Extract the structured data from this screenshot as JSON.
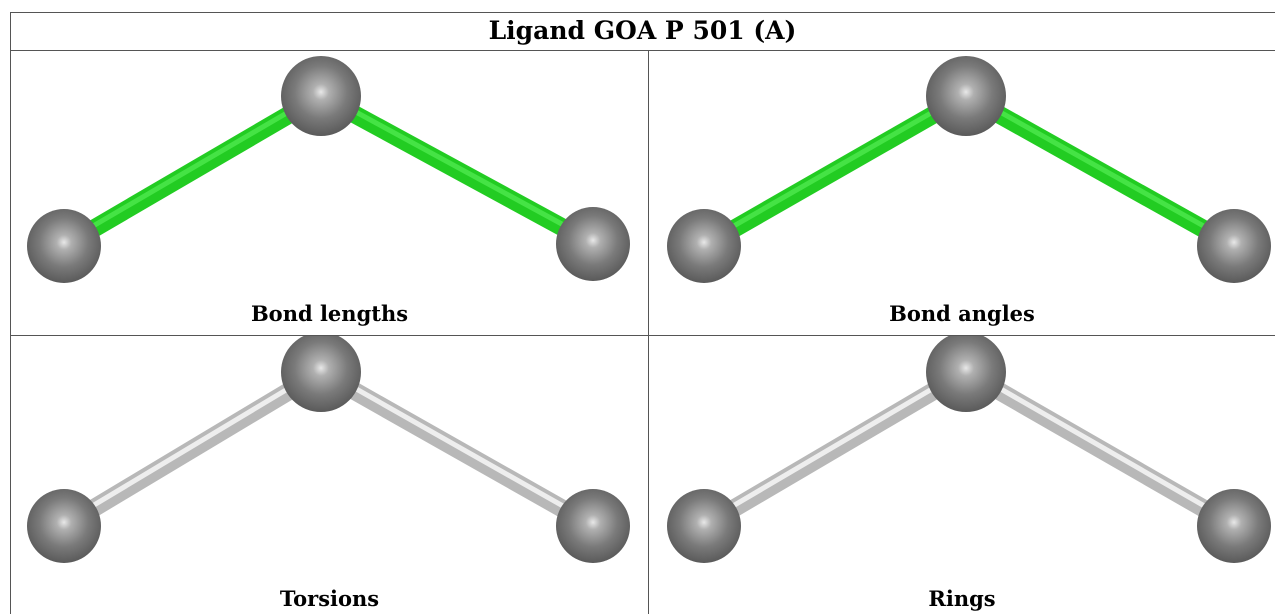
{
  "title": "Ligand GOA P 501 (A)",
  "panels": [
    {
      "caption": "Bond lengths",
      "bond_color": "#22cc22"
    },
    {
      "caption": "Bond angles",
      "bond_color": "#22cc22"
    },
    {
      "caption": "Torsions",
      "bond_color": "#cfcfcf"
    },
    {
      "caption": "Rings",
      "bond_color": "#cfcfcf"
    }
  ],
  "atom_color": "#7a7a7a"
}
